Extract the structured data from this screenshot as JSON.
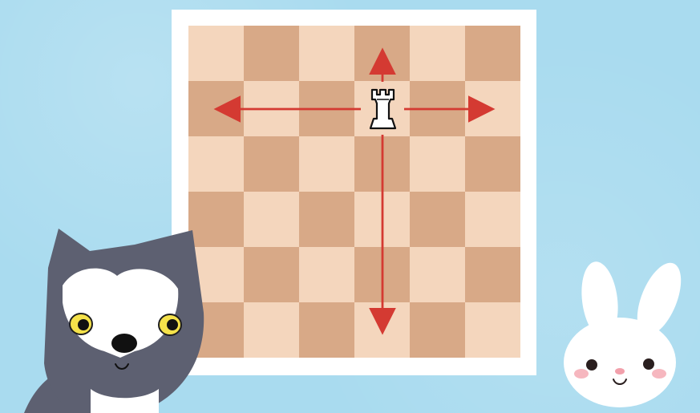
{
  "board": {
    "rows": 6,
    "cols": 6,
    "light_color": "#f4d6bd",
    "dark_color": "#d8a987",
    "frame_color": "#ffffff"
  },
  "piece": {
    "type": "rook",
    "color": "white",
    "row": 2,
    "col": 4
  },
  "moves": {
    "directions": [
      "up",
      "down",
      "left",
      "right"
    ],
    "arrow_color": "#d43a32"
  },
  "characters": [
    {
      "name": "cat",
      "icon": "cat-icon",
      "color": "#5d6071"
    },
    {
      "name": "bunny",
      "icon": "bunny-icon",
      "color": "#ffffff"
    }
  ],
  "background_color": "#a9dbef"
}
